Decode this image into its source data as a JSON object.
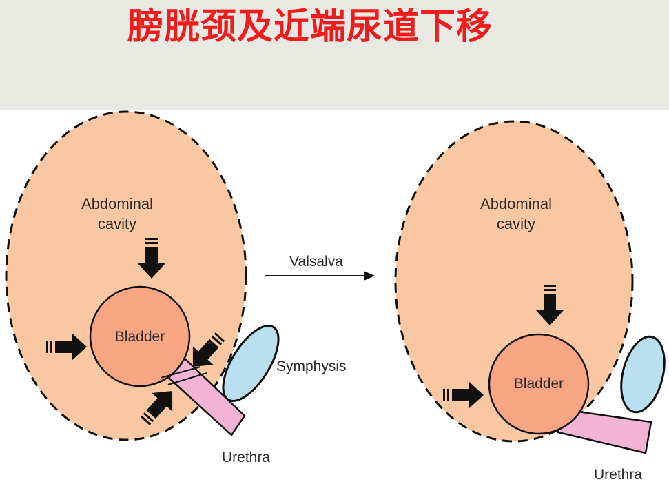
{
  "title": "膀胱颈及近端尿道下移",
  "labels": {
    "left_abdominal_line1": "Abdominal",
    "left_abdominal_line2": "cavity",
    "left_bladder": "Bladder",
    "symphysis": "Symphysis",
    "left_urethra": "Urethra",
    "valsalva": "Valsalva",
    "right_abdominal_line1": "Abdominal",
    "right_abdominal_line2": "cavity",
    "right_bladder": "Bladder",
    "right_urethra": "Urethra"
  },
  "colors": {
    "title": "#ee1c1c",
    "abdominal_cavity": "#f9c7a2",
    "bladder": "#f7a583",
    "symphysis": "#b9dff1",
    "urethra": "#f2b4d4",
    "background": "#e9e9e4"
  }
}
